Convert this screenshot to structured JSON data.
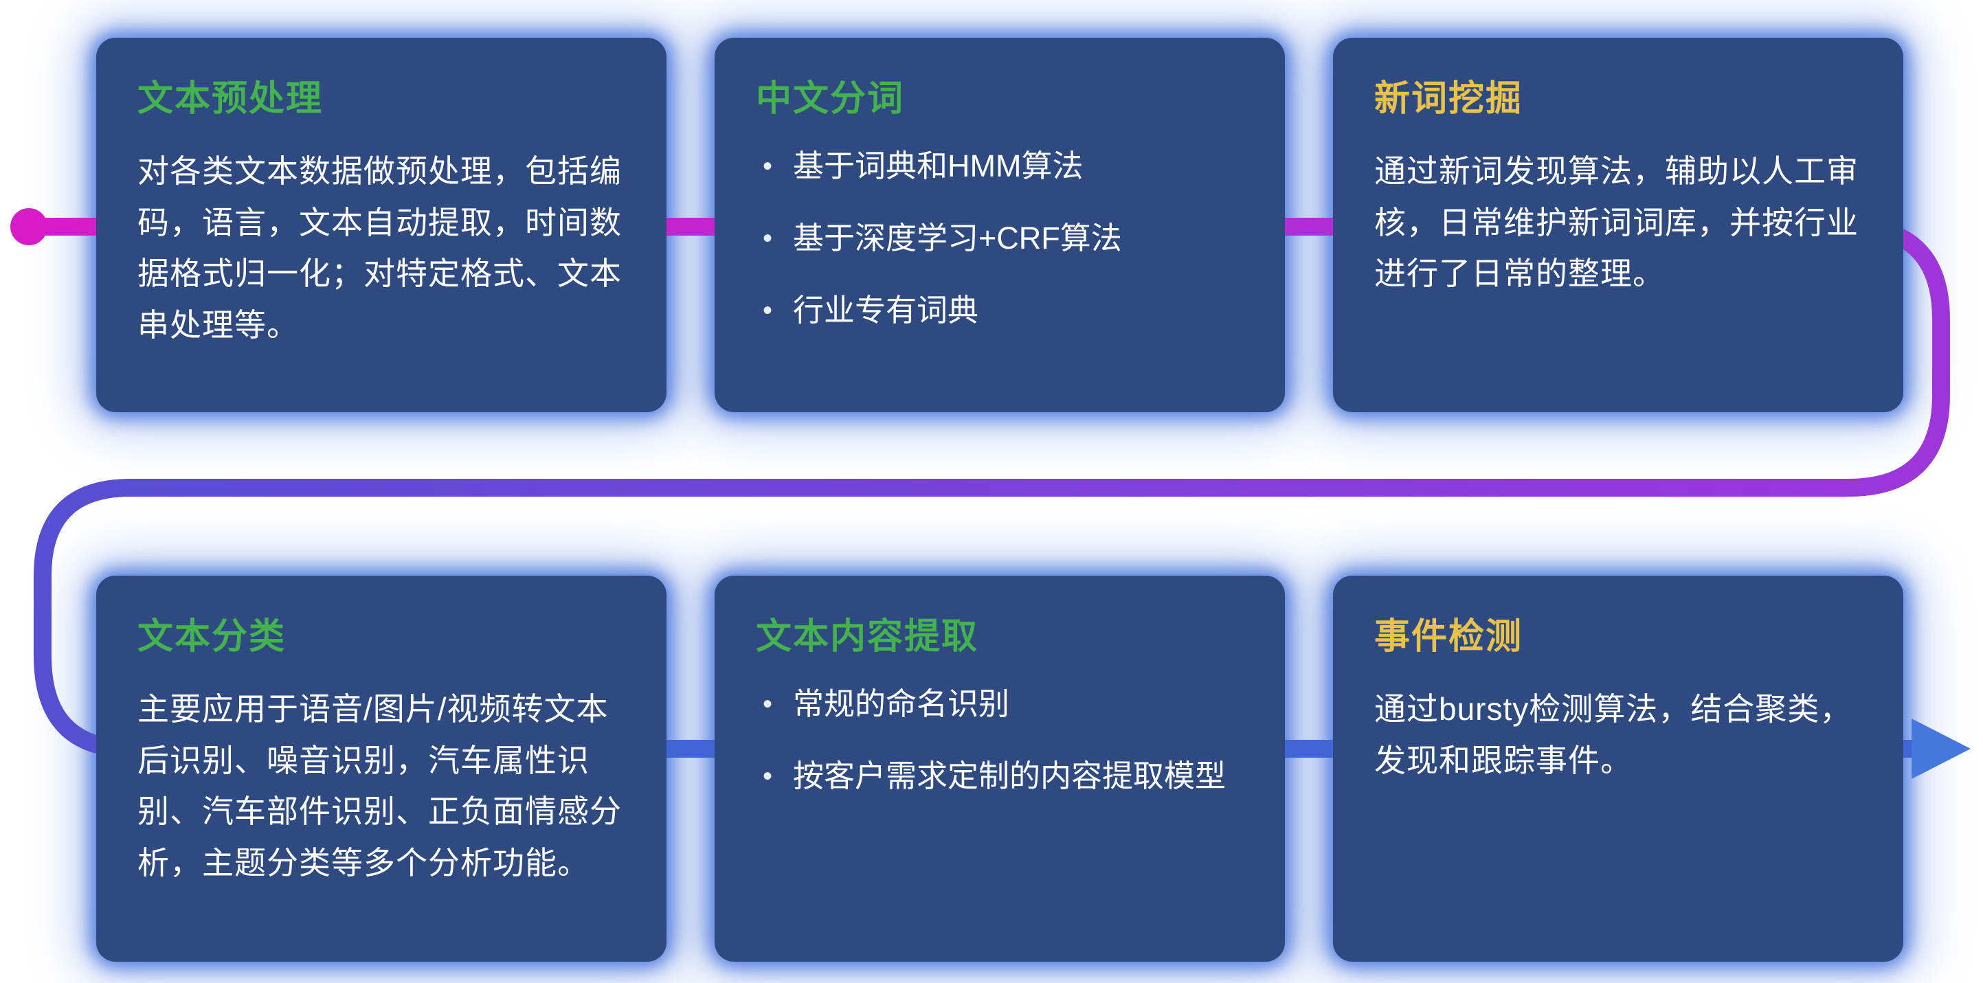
{
  "ui": {
    "bullet_glyph": "•"
  },
  "colors": {
    "card_background": "#2e4a80",
    "card_glow": "#3f6fdc",
    "title_green": "#43b24f",
    "title_yellow": "#e8c24a",
    "body_text": "#ffffff",
    "flow_start_magenta": "#d81bc8",
    "flow_purple": "#9d36d9",
    "flow_blue_purple": "#564fd1",
    "flow_blue": "#3f66d2",
    "arrow_blue": "#4577dd"
  },
  "cards": [
    {
      "title": "文本预处理",
      "body": "对各类文本数据做预处理，包括编码，语言，文本自动提取，时间数据格式归一化；对特定格式、文本串处理等。"
    },
    {
      "title": "中文分词",
      "bullets": [
        "基于词典和HMM算法",
        "基于深度学习+CRF算法",
        "行业专有词典"
      ]
    },
    {
      "title": "新词挖掘",
      "body": "通过新词发现算法，辅助以人工审核，日常维护新词词库，并按行业进行了日常的整理。"
    },
    {
      "title": "文本分类",
      "body": "主要应用于语音/图片/视频转文本后识别、噪音识别，汽车属性识别、汽车部件识别、正负面情感分析，主题分类等多个分析功能。"
    },
    {
      "title": "文本内容提取",
      "bullets": [
        "常规的命名识别",
        "按客户需求定制的内容提取模型"
      ]
    },
    {
      "title": "事件检测",
      "body": "通过bursty检测算法，结合聚类，发现和跟踪事件。"
    }
  ]
}
